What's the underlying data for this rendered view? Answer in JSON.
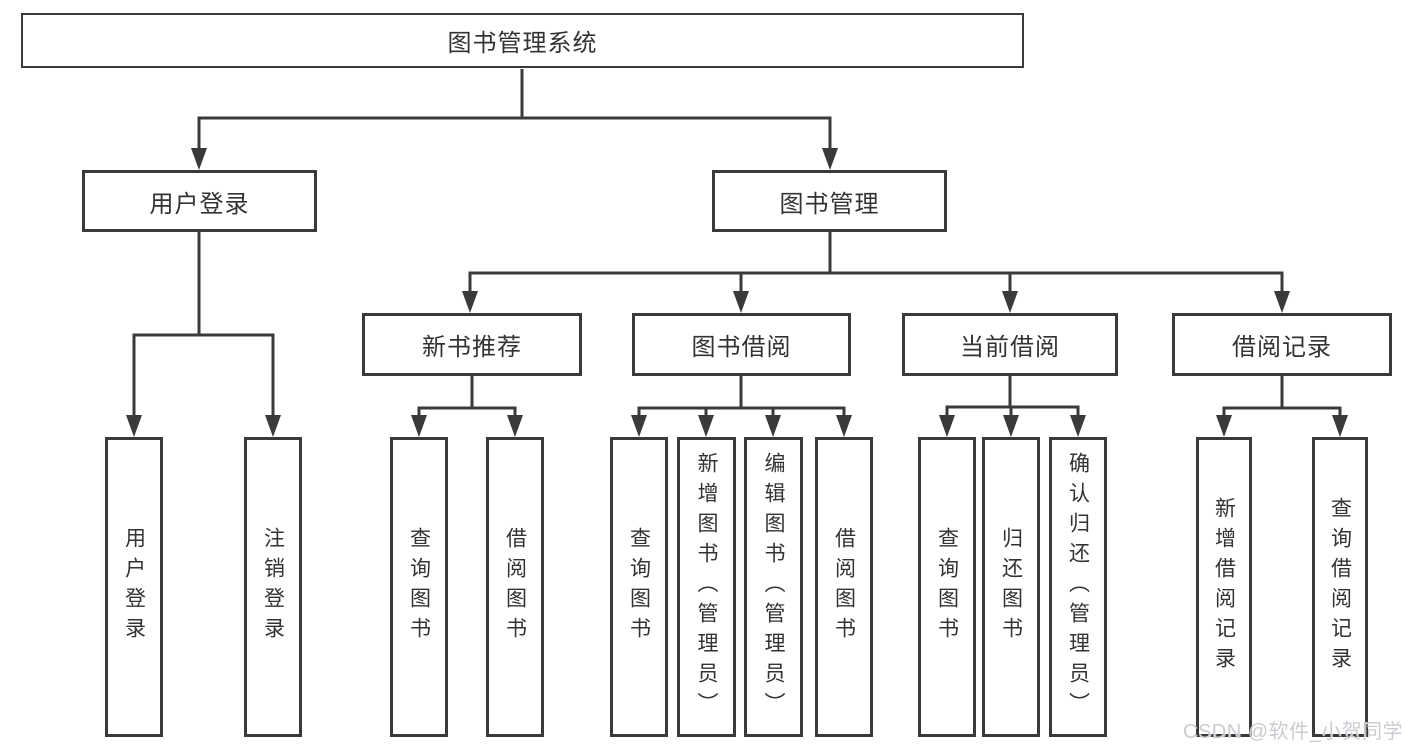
{
  "diagram": {
    "type": "hierarchy",
    "root": {
      "label": "图书管理系统"
    },
    "level2": [
      {
        "id": "user-login",
        "label": "用户登录"
      },
      {
        "id": "book-management",
        "label": "图书管理"
      }
    ],
    "level3": [
      {
        "id": "new-book-recommend",
        "label": "新书推荐",
        "parent": "图书管理"
      },
      {
        "id": "book-borrow",
        "label": "图书借阅",
        "parent": "图书管理"
      },
      {
        "id": "current-borrow",
        "label": "当前借阅",
        "parent": "图书管理"
      },
      {
        "id": "borrow-record",
        "label": "借阅记录",
        "parent": "图书管理"
      }
    ],
    "leaves": [
      {
        "label": "用户登录",
        "parent": "用户登录"
      },
      {
        "label": "注销登录",
        "parent": "用户登录"
      },
      {
        "label": "查询图书",
        "parent": "新书推荐"
      },
      {
        "label": "借阅图书",
        "parent": "新书推荐"
      },
      {
        "label": "查询图书",
        "parent": "图书借阅"
      },
      {
        "label": "新增图书（管理员）",
        "parent": "图书借阅"
      },
      {
        "label": "编辑图书（管理员）",
        "parent": "图书借阅"
      },
      {
        "label": "借阅图书",
        "parent": "图书借阅"
      },
      {
        "label": "查询图书",
        "parent": "当前借阅"
      },
      {
        "label": "归还图书",
        "parent": "当前借阅"
      },
      {
        "label": "确认归还（管理员）",
        "parent": "当前借阅"
      },
      {
        "label": "新增借阅记录",
        "parent": "借阅记录"
      },
      {
        "label": "查询借阅记录",
        "parent": "借阅记录"
      }
    ],
    "colors": {
      "line": "#3a3a3a",
      "text": "#333333",
      "box_background": "#ffffff"
    }
  },
  "watermark": {
    "text": "CSDN @软件_小贺同学",
    "color": "#c9ccd0"
  }
}
